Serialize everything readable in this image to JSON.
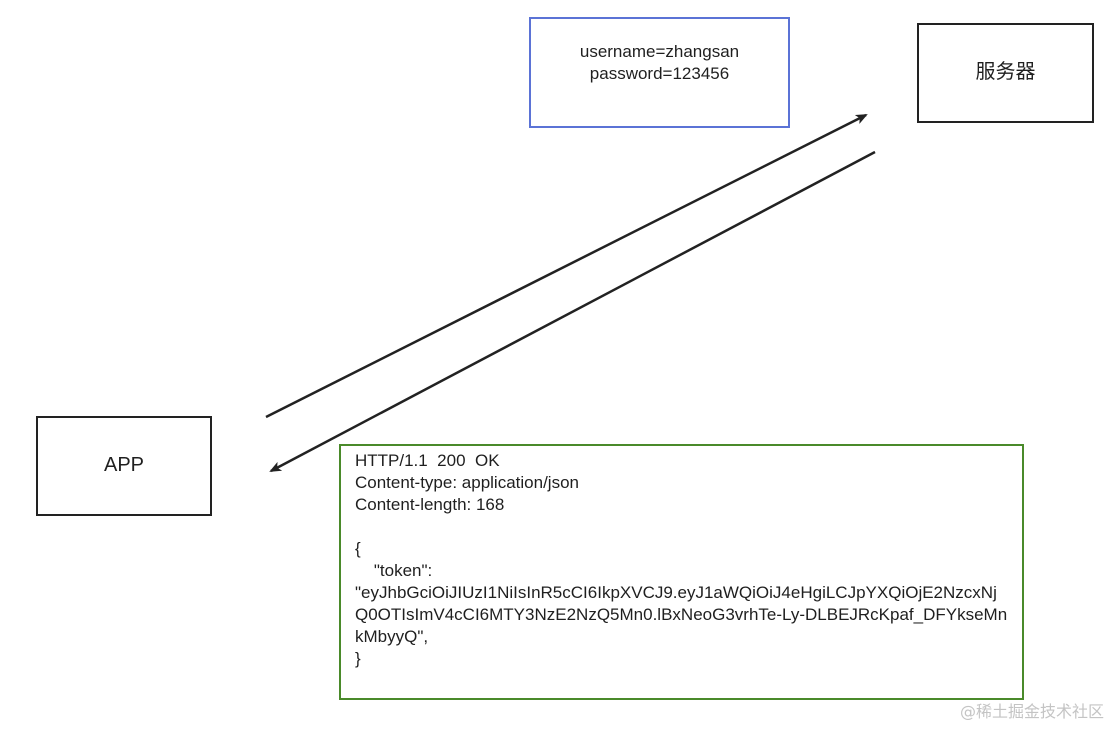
{
  "request": {
    "line1": "username=zhangsan",
    "line2": "password=123456"
  },
  "server": {
    "label": "服务器"
  },
  "app": {
    "label": "APP"
  },
  "response": {
    "status_line": "HTTP/1.1  200  OK",
    "content_type": "Content-type: application/json",
    "content_length": "Content-length: 168",
    "brace_open": "{",
    "token_key": "    \"token\":",
    "token_value": "\"eyJhbGciOiJIUzI1NiIsInR5cCI6IkpXVCJ9.eyJ1aWQiOiJ4eHgiLCJpYXQiOjE2NzcxNjQ0OTIsImV4cCI6MTY3NzE2NzQ5Mn0.lBxNeoG3vrhTe-Ly-DLBEJRcKpaf_DFYkseMnkMbyyQ\",",
    "brace_close": "}"
  },
  "watermark": "@稀土掘金技术社区",
  "colors": {
    "request_border": "#5b73d6",
    "response_border": "#4a8a2a",
    "box_border": "#222222",
    "arrow": "#222222"
  }
}
